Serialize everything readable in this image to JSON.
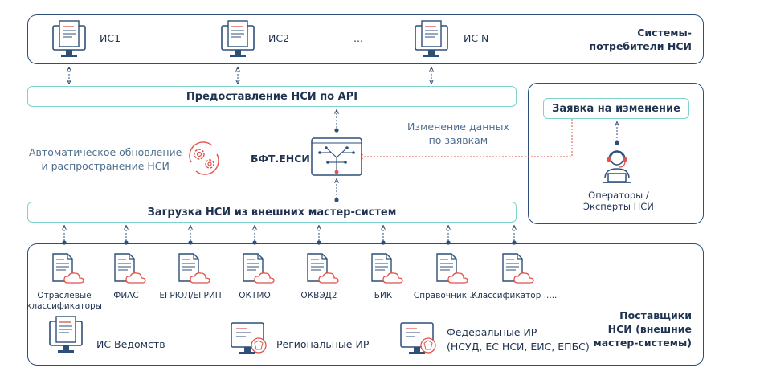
{
  "consumers": {
    "title": "Системы-\nпотребители НСИ",
    "systems": [
      "ИС1",
      "ИС2",
      "ИС N"
    ],
    "ellipsis": "..."
  },
  "top_bar": "Предоставление НСИ по API",
  "bottom_bar": "Загрузка НСИ из внешних мастер-систем",
  "center": {
    "title": "БФТ.ЕНСИ",
    "auto_update": "Автоматическое обновление\nи распространение НСИ",
    "change_note": "Изменение данных\nпо заявкам"
  },
  "requests": {
    "bar": "Заявка на изменение",
    "operators": "Операторы /\nЭксперты НСИ"
  },
  "suppliers": {
    "title": "Поставщики\nНСИ (внешние\nмастер-системы)",
    "sources": [
      "Отраслевые\nклассификаторы",
      "ФИАС",
      "ЕГРЮЛ/ЕГРИП",
      "ОКТМО",
      "ОКВЭД2",
      "БИК",
      "Справочник .....",
      "Классификатор ....."
    ],
    "legend": {
      "agencies": "ИС Ведомств",
      "regional": "Региональные ИР",
      "federal": "Федеральные ИР\n(НСУД, ЕС НСИ, ЕИС, ЕПБС)"
    }
  },
  "colors": {
    "navy": "#2d4f78",
    "teal": "#7fd3cf",
    "red": "#e0524a",
    "text": "#1f3350"
  },
  "icons": [
    "computer-doc-icon",
    "document-cloud-icon",
    "gear-cycle-icon",
    "circuit-board-icon",
    "operator-headset-icon",
    "coat-of-arms-icon"
  ]
}
